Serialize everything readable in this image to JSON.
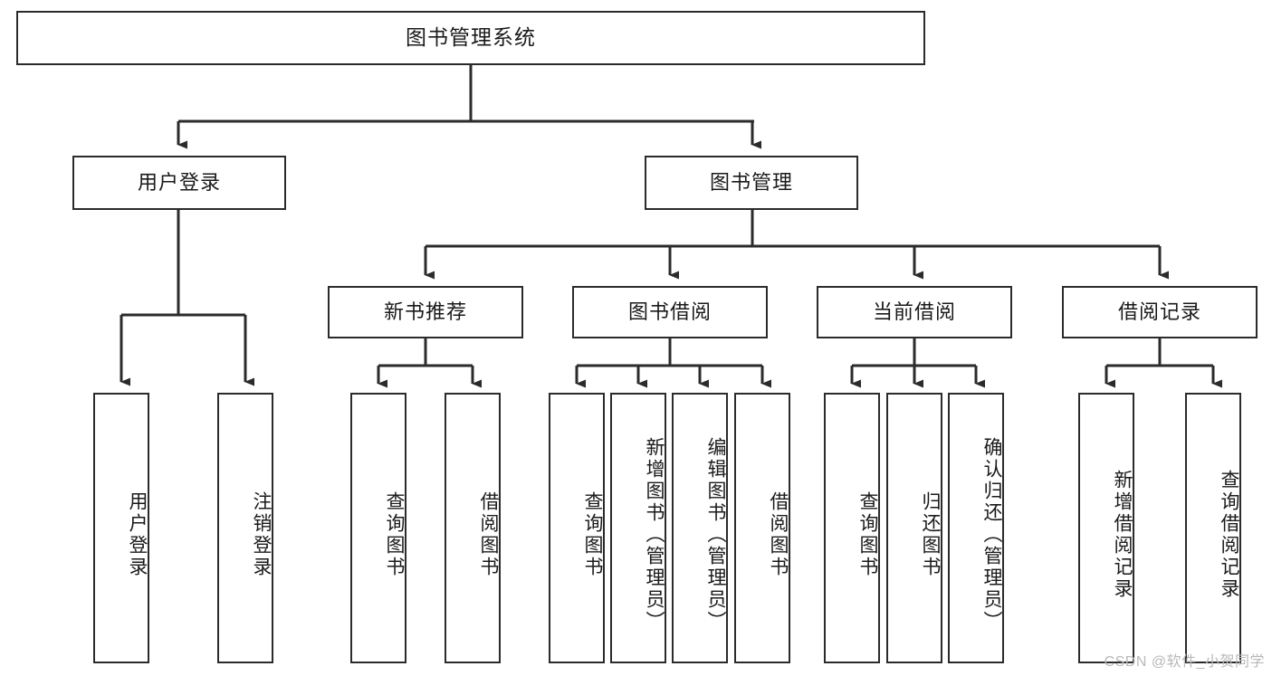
{
  "diagram": {
    "type": "tree-hierarchy",
    "title": "图书管理系统",
    "watermark": "CSDN @软件_小贺同学",
    "colors": {
      "stroke": "#2b2b2b",
      "fill": "#ffffff",
      "text": "#1a1a1a",
      "watermark": "#b9b9b9"
    },
    "levels": {
      "root": {
        "label": "图书管理系统"
      },
      "level2": [
        {
          "label": "用户登录"
        },
        {
          "label": "图书管理"
        }
      ],
      "level3": [
        {
          "label": "新书推荐"
        },
        {
          "label": "图书借阅"
        },
        {
          "label": "当前借阅"
        },
        {
          "label": "借阅记录"
        }
      ]
    },
    "nodes": {
      "root": "图书管理系统",
      "user_login": "用户登录",
      "book_manage": "图书管理",
      "new_book_rec": "新书推荐",
      "book_borrow": "图书借阅",
      "current_borrow": "当前借阅",
      "borrow_record": "借阅记录",
      "leaf_user_login": "用户登录",
      "leaf_logout": "注销登录",
      "leaf_query_book_1": "查询图书",
      "leaf_borrow_book_1": "借阅图书",
      "leaf_query_book_2": "查询图书",
      "leaf_add_book": "新增图书（管理员）",
      "leaf_edit_book": "编辑图书（管理员）",
      "leaf_borrow_book_2": "借阅图书",
      "leaf_query_book_3": "查询图书",
      "leaf_return_book": "归还图书",
      "leaf_confirm_return": "确认归还（管理员）",
      "leaf_add_record": "新增借阅记录",
      "leaf_query_record": "查询借阅记录"
    }
  }
}
